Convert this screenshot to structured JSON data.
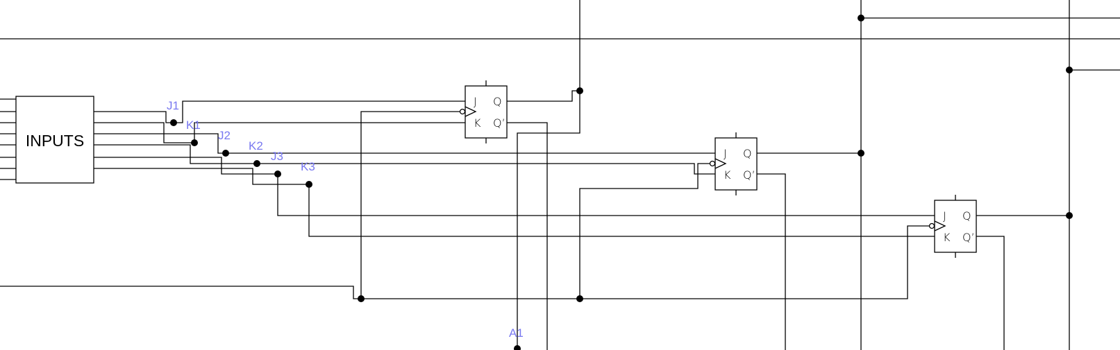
{
  "inputs_block": {
    "label": "INPUTS"
  },
  "net_labels": {
    "j1": "J1",
    "k1": "K1",
    "j2": "J2",
    "k2": "K2",
    "j3": "J3",
    "k3": "K3",
    "a1": "A1"
  },
  "flip_flops": [
    {
      "j": "J",
      "k": "K",
      "q": "Q",
      "qn": "Q’"
    },
    {
      "j": "J",
      "k": "K",
      "q": "Q",
      "qn": "Q’"
    },
    {
      "j": "J",
      "k": "K",
      "q": "Q",
      "qn": "Q’"
    }
  ],
  "colors": {
    "wire": "#000000",
    "net_label": "#7878f0"
  }
}
